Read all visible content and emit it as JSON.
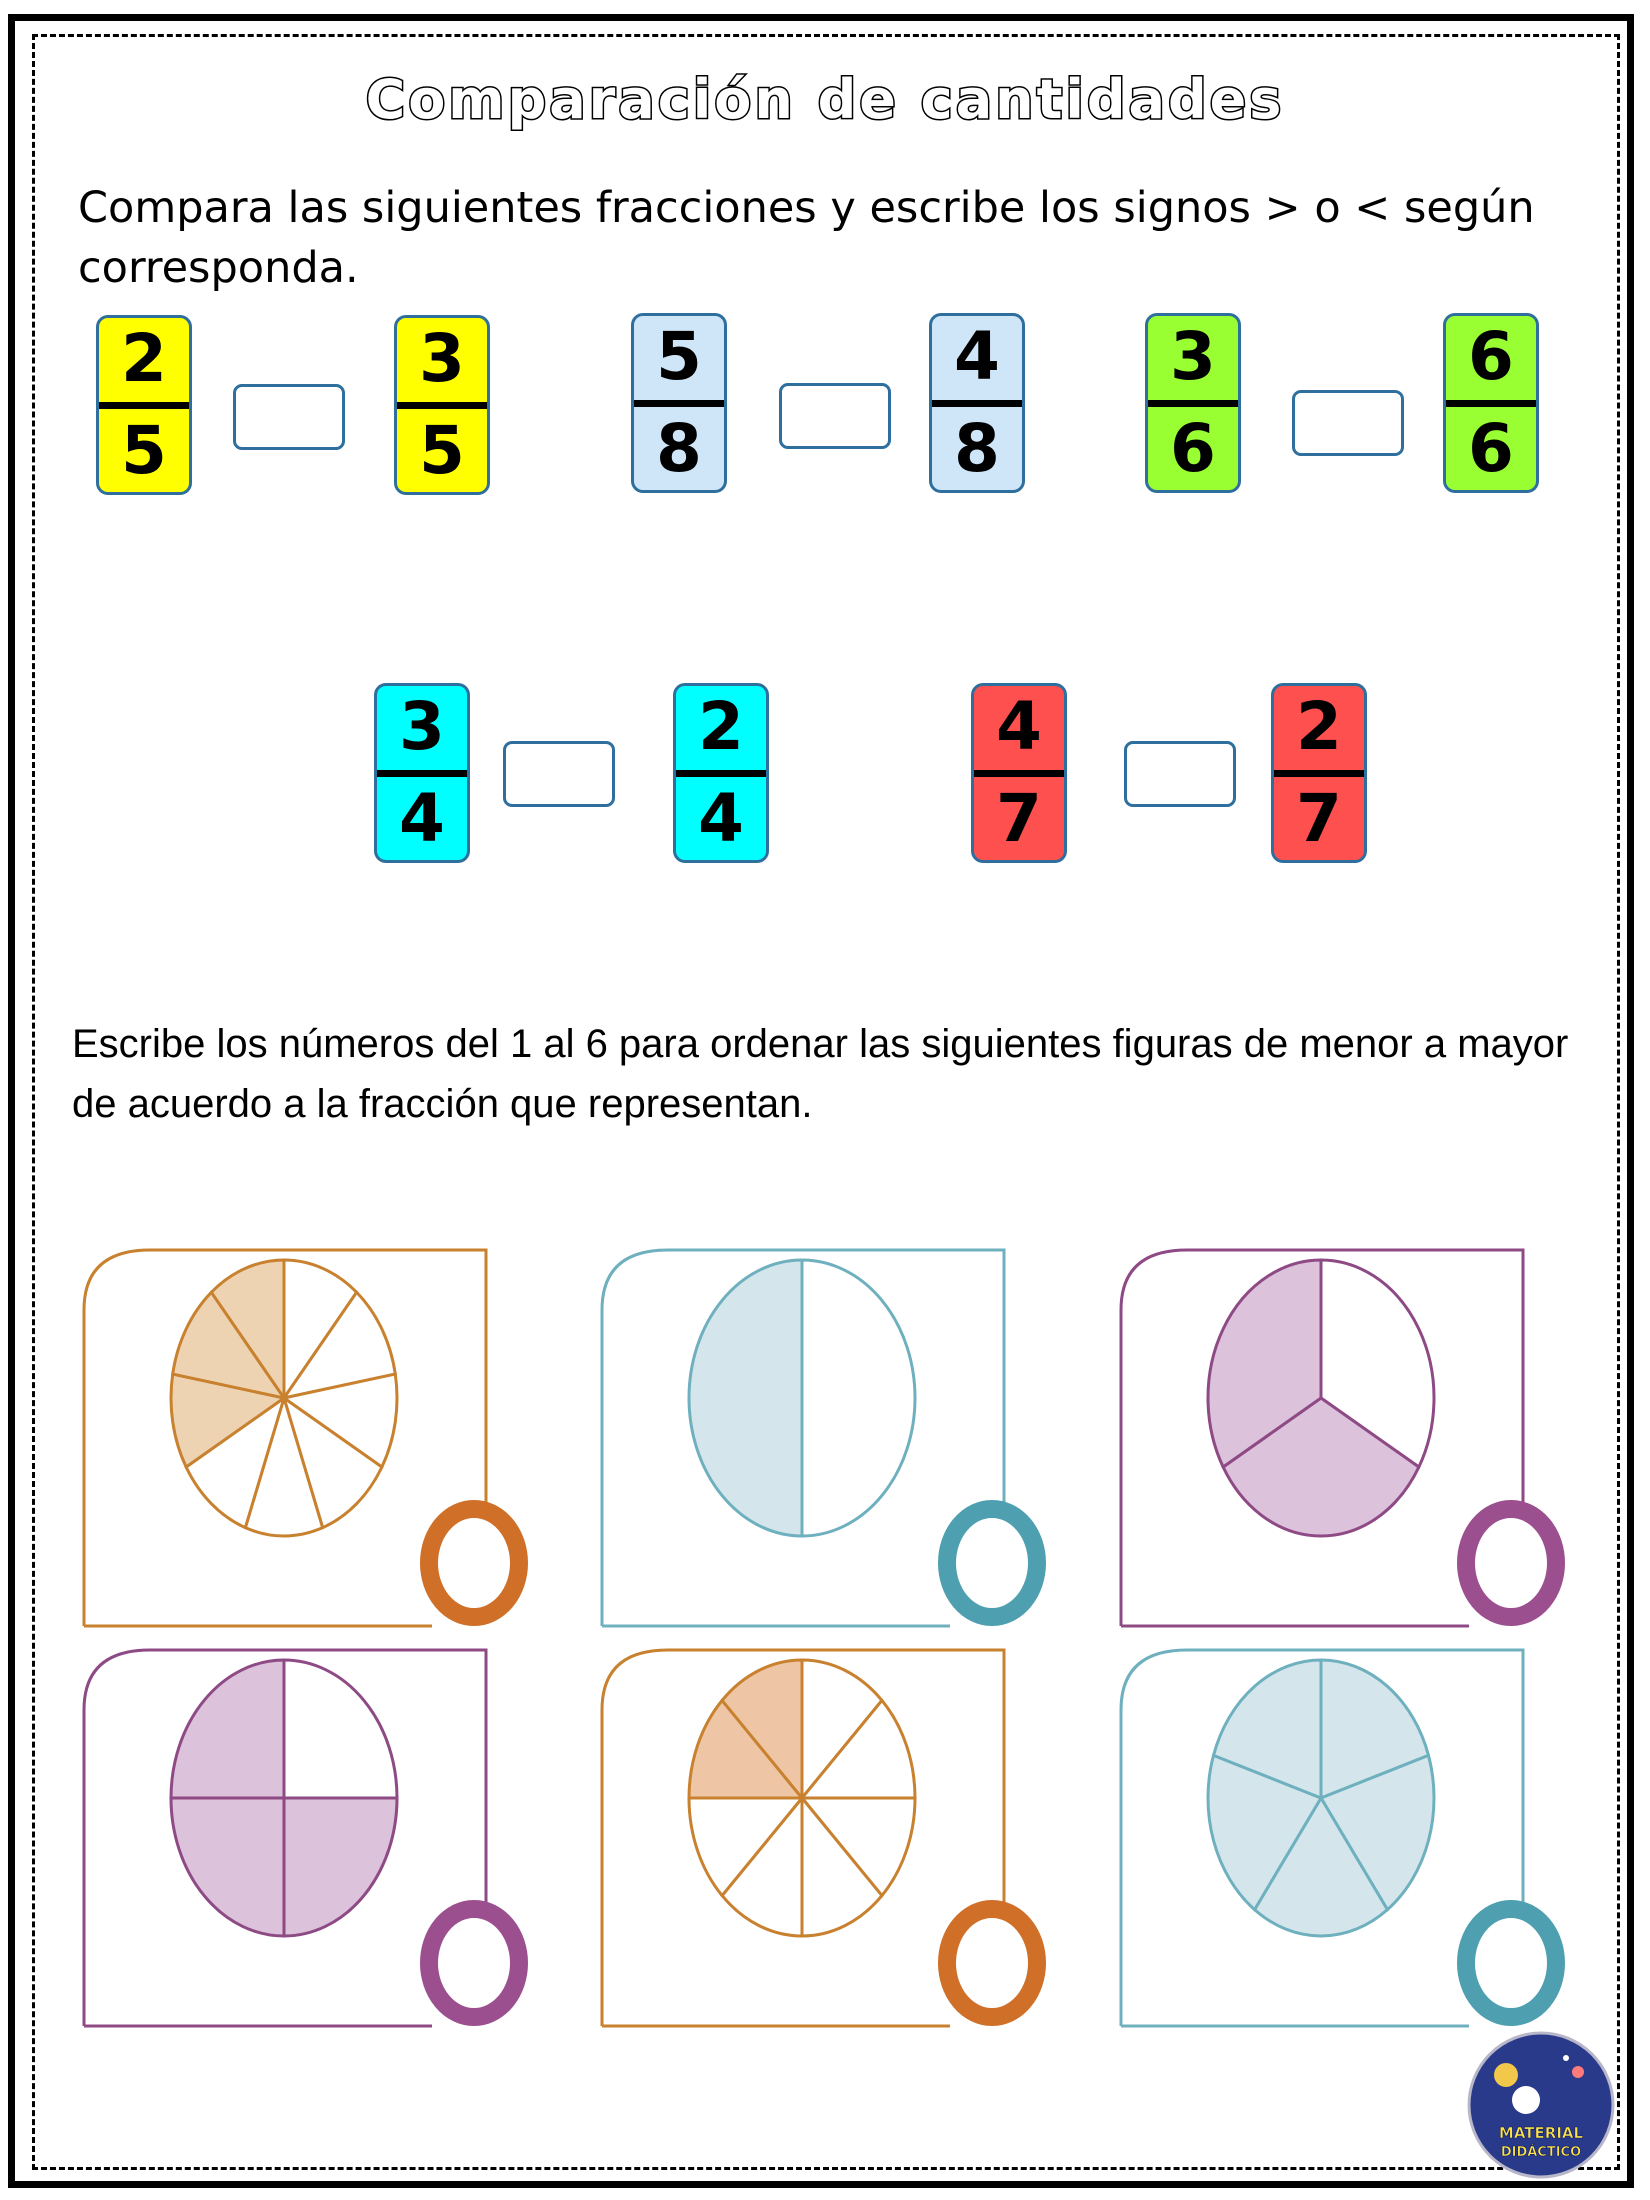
{
  "title": "Comparación de cantidades",
  "instructions": {
    "compare": "Compara las siguientes fracciones y escribe los signos > o < según corresponda.",
    "order": "Escribe los números del 1 al 6 para ordenar las siguientes figuras de menor a mayor de acuerdo a la fracción que representan."
  },
  "comparisons": [
    {
      "left": {
        "num": "2",
        "den": "5"
      },
      "right": {
        "num": "3",
        "den": "5"
      },
      "color": "#ffff00"
    },
    {
      "left": {
        "num": "5",
        "den": "8"
      },
      "right": {
        "num": "4",
        "den": "8"
      },
      "color": "#cfe6f8"
    },
    {
      "left": {
        "num": "3",
        "den": "6"
      },
      "right": {
        "num": "6",
        "den": "6"
      },
      "color": "#99ff33"
    },
    {
      "left": {
        "num": "3",
        "den": "4"
      },
      "right": {
        "num": "2",
        "den": "4"
      },
      "color": "#00ffff"
    },
    {
      "left": {
        "num": "4",
        "den": "7"
      },
      "right": {
        "num": "2",
        "den": "7"
      },
      "color": "#ff5050"
    }
  ],
  "figures": [
    {
      "parts": 9,
      "shaded": 3,
      "line_color": "#c8812e",
      "fill_color": "#eed3b3",
      "ring_color": "#cf6f28"
    },
    {
      "parts": 2,
      "shaded": 1,
      "line_color": "#6fb0bf",
      "fill_color": "#d4e6ec",
      "ring_color": "#4e9fb0"
    },
    {
      "parts": 3,
      "shaded": 2,
      "line_color": "#8e4a85",
      "fill_color": "#ddc2dc",
      "ring_color": "#9b4f8f"
    },
    {
      "parts": 4,
      "shaded": 3,
      "line_color": "#8e4a85",
      "fill_color": "#ddc2dc",
      "ring_color": "#9b4f8f"
    },
    {
      "parts": 8,
      "shaded": 2,
      "line_color": "#c8812e",
      "fill_color": "#eec6a6",
      "ring_color": "#cf6f28"
    },
    {
      "parts": 5,
      "shaded": 5,
      "line_color": "#6fb0bf",
      "fill_color": "#d4e6ec",
      "ring_color": "#4e9fb0"
    }
  ],
  "logo": {
    "text_line1": "MATERIAL",
    "text_line2": "DIDÁCTICO",
    "bg_color": "#2a3a8a"
  }
}
